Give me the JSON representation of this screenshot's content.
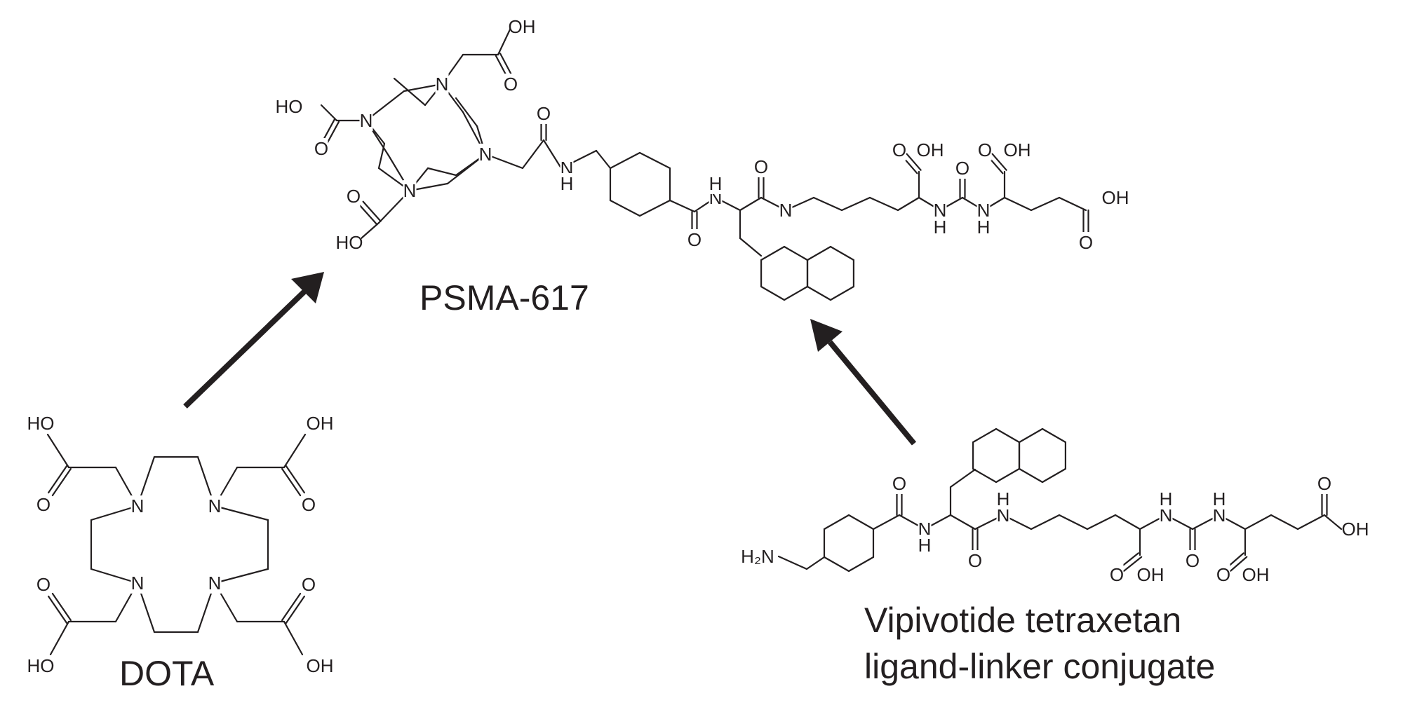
{
  "labels": {
    "psma": "PSMA-617",
    "dota": "DOTA",
    "vipivotide_line1": "Vipivotide tetraxetan",
    "vipivotide_line2": "ligand-linker conjugate"
  },
  "atoms": {
    "N": "N",
    "H": "H",
    "O": "O",
    "OH": "OH",
    "HO": "HO",
    "H2N": "H₂N"
  },
  "colors": {
    "ink": "#231f20",
    "background": "#ffffff"
  }
}
